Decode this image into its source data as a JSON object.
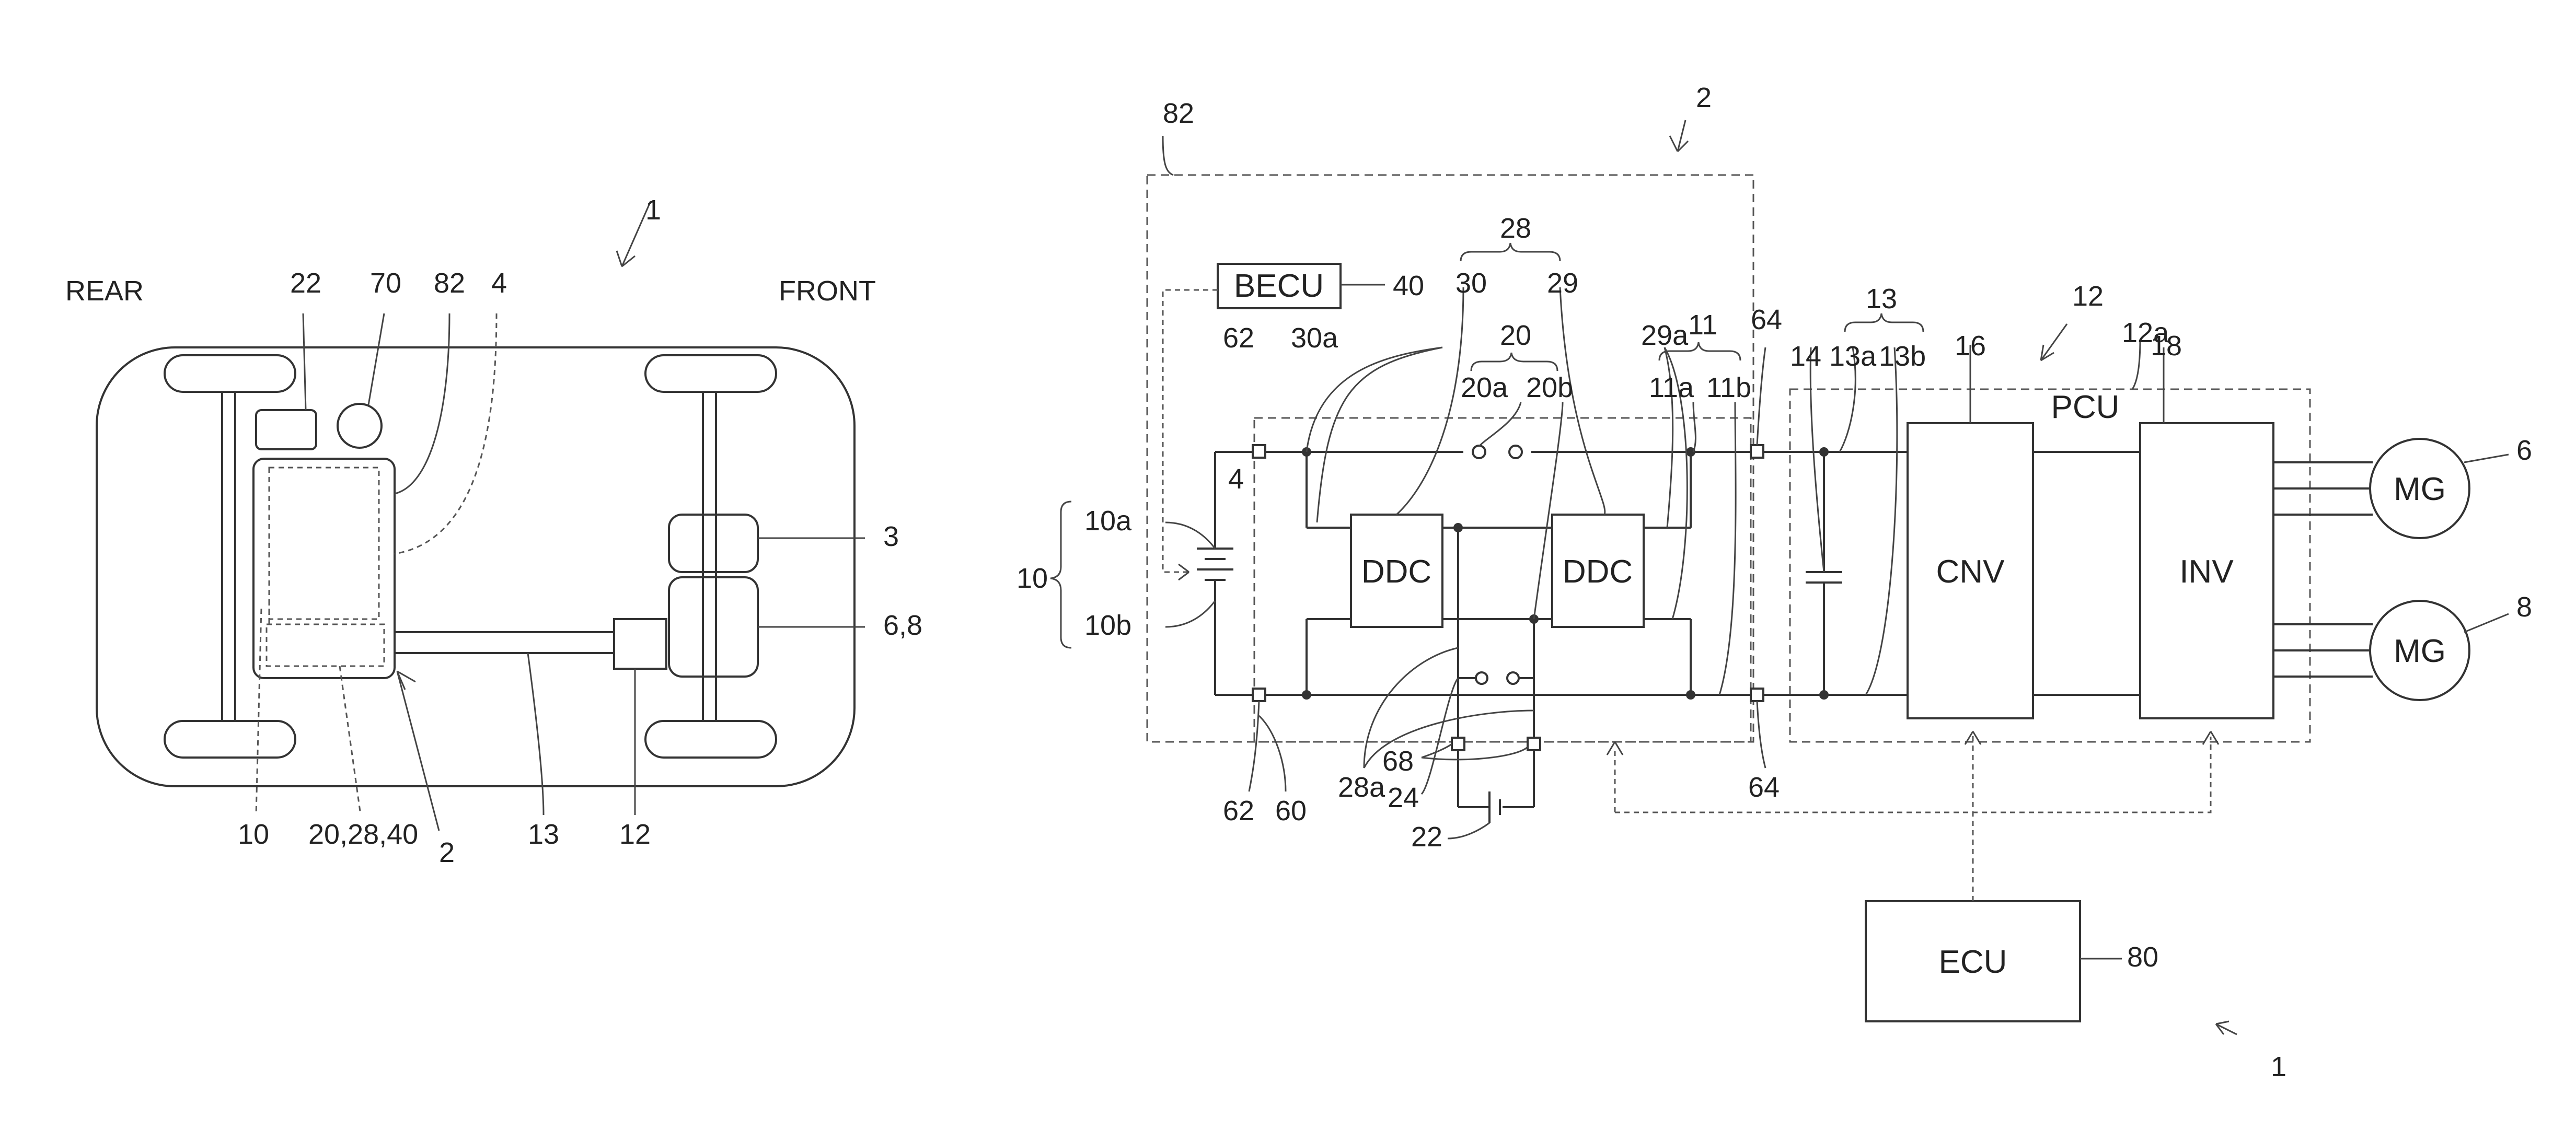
{
  "vehicle": {
    "rear_label": "REAR",
    "front_label": "FRONT",
    "refs": {
      "r1": "1",
      "r22": "22",
      "r70": "70",
      "r82": "82",
      "r4": "4",
      "r3": "3",
      "r68": "6,8",
      "r10": "10",
      "r20": "20,28,40",
      "r2": "2",
      "r13": "13",
      "r12": "12"
    }
  },
  "circuit": {
    "blocks": {
      "becu": "BECU",
      "ddc1": "DDC",
      "ddc2": "DDC",
      "cnv": "CNV",
      "inv": "INV",
      "pcu": "PCU",
      "mg1": "MG",
      "mg2": "MG",
      "ecu": "ECU"
    },
    "refs": {
      "c82": "82",
      "c2": "2",
      "c28": "28",
      "c40": "40",
      "c30": "30",
      "c29": "29",
      "c20": "20",
      "c11": "11",
      "c13": "13",
      "c12": "12",
      "c62a": "62",
      "c30a": "30a",
      "c20a": "20a",
      "c20b": "20b",
      "c29a": "29a",
      "c11a": "11a",
      "c11b": "11b",
      "c64a": "64",
      "c14": "14",
      "c13a": "13a",
      "c13b": "13b",
      "c16": "16",
      "c12a": "12a",
      "c18": "18",
      "c6": "6",
      "c8": "8",
      "c10": "10",
      "c10a": "10a",
      "c10b": "10b",
      "c4": "4",
      "c62b": "62",
      "c60": "60",
      "c28a": "28a",
      "c68": "68",
      "c24": "24",
      "c22": "22",
      "c64b": "64",
      "c80": "80",
      "c1": "1"
    }
  }
}
